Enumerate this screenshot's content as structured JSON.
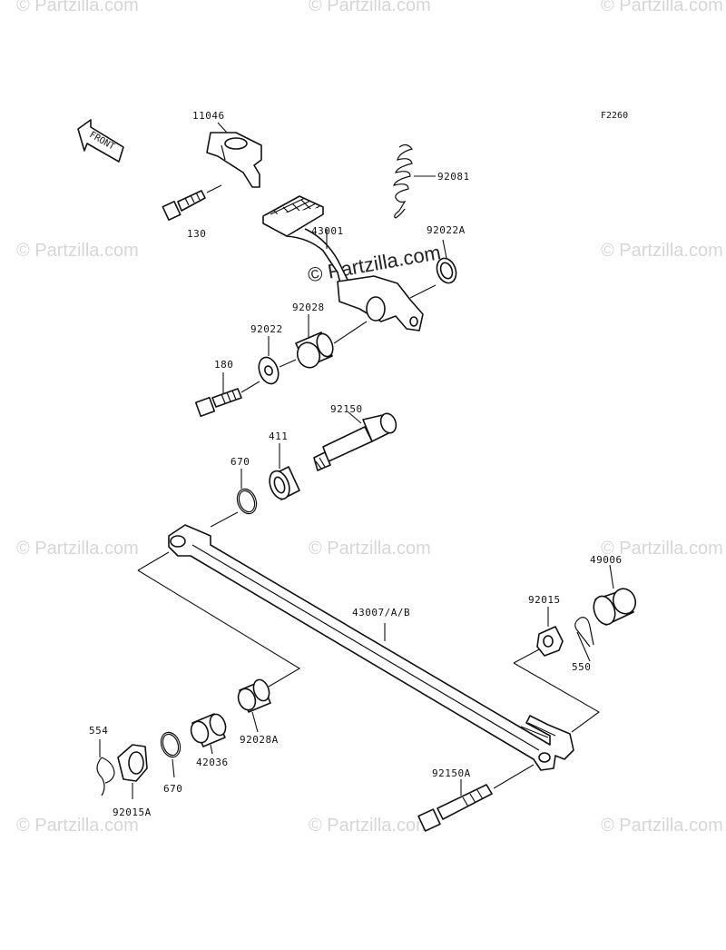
{
  "diagram_code": "F2260",
  "front_label": "FRONT",
  "watermark_text": "© Partzilla.com",
  "center_watermark": "© Partzilla.com",
  "parts": {
    "p11046": "11046",
    "p130": "130",
    "p92081": "92081",
    "p43001": "43001",
    "p92022A": "92022A",
    "p92028": "92028",
    "p92022": "92022",
    "p180": "180",
    "p92150": "92150",
    "p411": "411",
    "p670a": "670",
    "p49006": "49006",
    "p43007": "43007/A/B",
    "p92015": "92015",
    "p550": "550",
    "p554": "554",
    "p42036": "42036",
    "p92028A": "92028A",
    "p670b": "670",
    "p92015A": "92015A",
    "p92150A": "92150A"
  },
  "colors": {
    "line": "#111111",
    "watermark": "#d6d6d6",
    "background": "#ffffff"
  }
}
